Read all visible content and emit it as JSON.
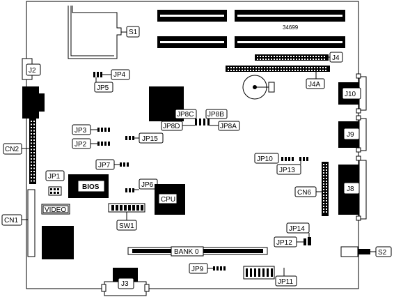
{
  "board": {
    "part_number": "34699"
  },
  "labels": {
    "s1": "S1",
    "s2": "S2",
    "j2": "J2",
    "j3": "J3",
    "j4": "J4",
    "j4a": "J4A",
    "j8": "J8",
    "j9": "J9",
    "j10": "J10",
    "jp1": "JP1",
    "jp2": "JP2",
    "jp3": "JP3",
    "jp4": "JP4",
    "jp5": "JP5",
    "jp6": "JP6",
    "jp7": "JP7",
    "jp8a": "JP8A",
    "jp8b": "JP8B",
    "jp8c": "JP8C",
    "jp8d": "JP8D",
    "jp9": "JP9",
    "jp10": "JP10",
    "jp11": "JP11",
    "jp12": "JP12",
    "jp13": "JP13",
    "jp14": "JP14",
    "jp15": "JP15",
    "cn1": "CN1",
    "cn2": "CN2",
    "cn6": "CN6",
    "bios": "BIOS",
    "cpu": "CPU",
    "video": "VIDEO",
    "sw1": "SW1",
    "bank0": "BANK 0"
  }
}
